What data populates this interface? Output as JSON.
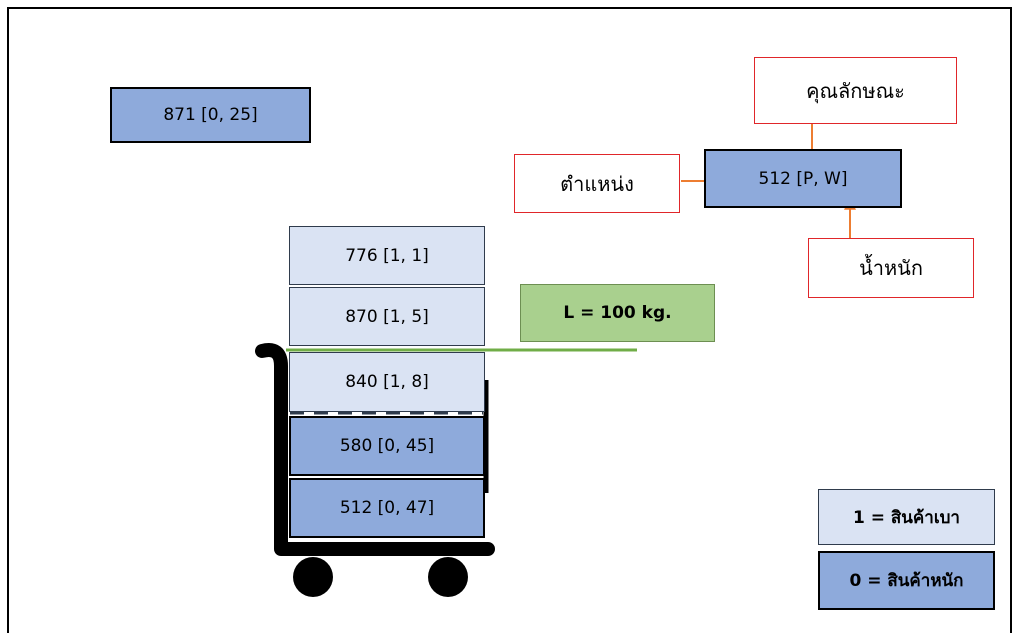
{
  "free_item": "871 [0, 25]",
  "stack": [
    "776 [1, 1]",
    "870 [1, 5]",
    "840 [1, 8]",
    "580 [0, 45]",
    "512 [0, 47]"
  ],
  "limit_label": "L = 100 kg.",
  "annotation": {
    "node": "512 [P, W]",
    "position_label": "ตำแหน่ง",
    "attribute_label": "คุณลักษณะ",
    "weight_label": "น้ำหนัก"
  },
  "legend": {
    "light": "1 = สินค้าเบา",
    "heavy": "0 = สินค้าหนัก"
  },
  "colors": {
    "heavy": "#8eaadb",
    "light": "#dae3f3",
    "limit": "#a9d08e",
    "arrow": "#ed7d31",
    "label_border": "#e0262a",
    "limit_line": "#70ad47"
  }
}
